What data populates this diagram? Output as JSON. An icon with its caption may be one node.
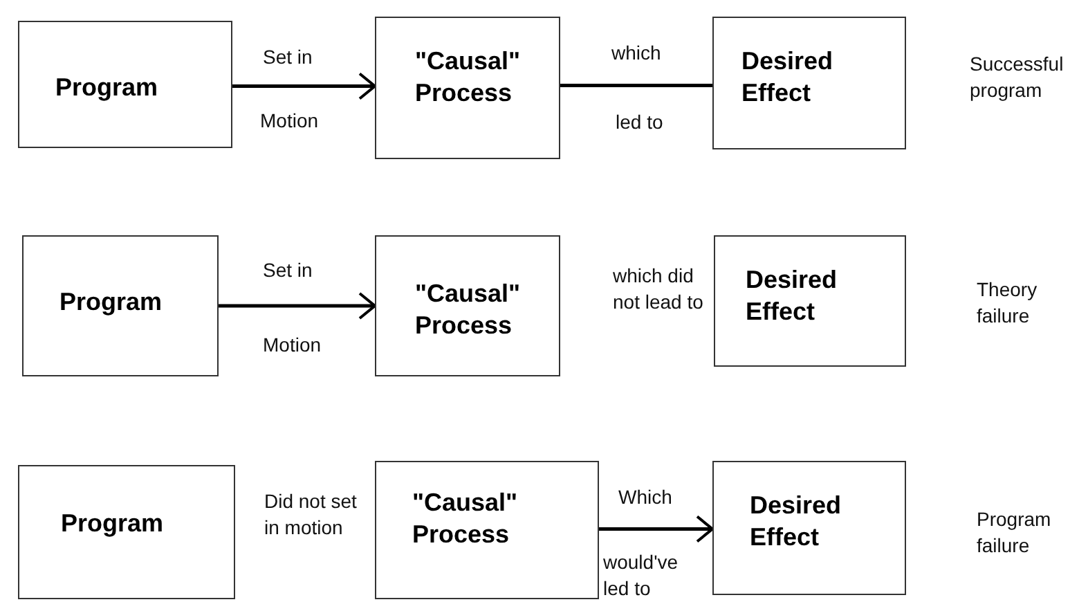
{
  "diagram": {
    "nodes": [
      {
        "text": [
          "Program"
        ]
      },
      {
        "text": [
          "\"Causal\" Process"
        ]
      },
      {
        "text": [
          "Desired Effect"
        ]
      },
      {
        "text": [
          "Program"
        ]
      },
      {
        "text": [
          "\"Causal\" Process"
        ]
      },
      {
        "text": [
          "Desired Effect"
        ]
      },
      {
        "text": [
          "Program"
        ]
      },
      {
        "text": [
          "\"Causal\" Process"
        ]
      },
      {
        "text": [
          "Desired Effect"
        ]
      }
    ],
    "edges": [
      {
        "from": 0,
        "to": 1,
        "arrow": "to"
      },
      {
        "from": 1,
        "to": 2,
        "arrow": "none"
      },
      {
        "from": 3,
        "to": 4,
        "arrow": "to"
      },
      {
        "from": 7,
        "to": 8,
        "arrow": "to"
      }
    ],
    "labels": [
      "Set in",
      "which",
      "Successful program",
      "Motion",
      "led to",
      "Set in",
      "which did not lead to",
      "Theory failure",
      "Motion",
      "Did not set in motion",
      "Which",
      "Program failure",
      "would've led to"
    ]
  }
}
